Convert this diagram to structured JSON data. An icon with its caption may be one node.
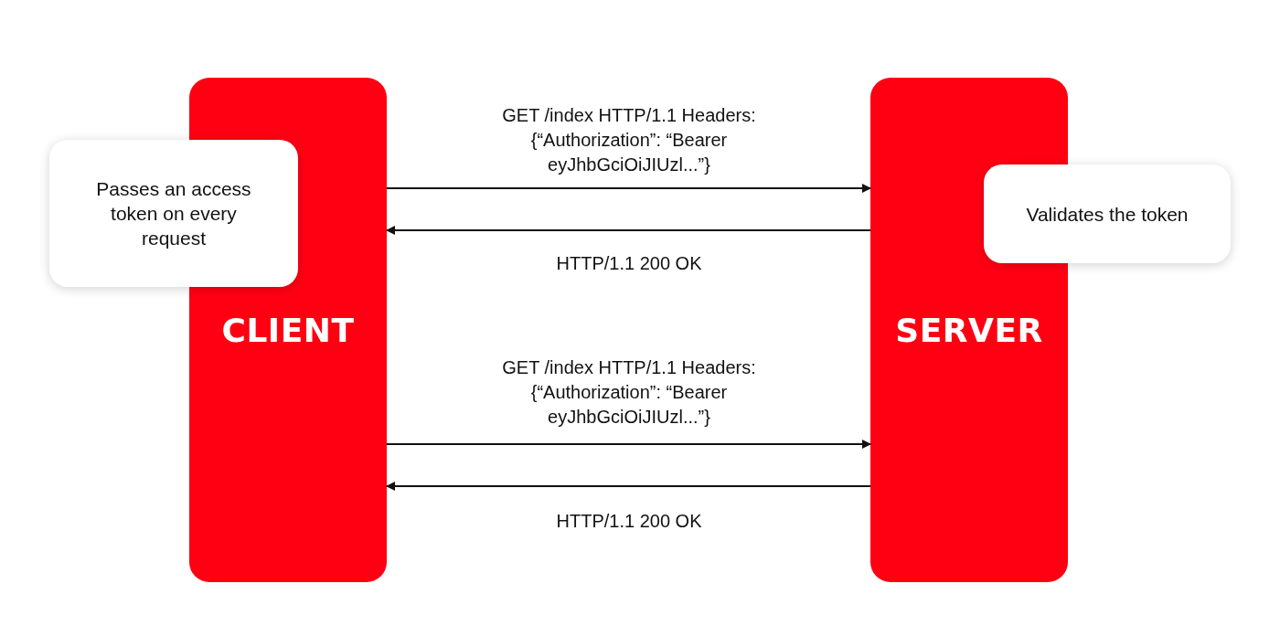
{
  "diagram": {
    "nodes": [
      {
        "text": [
          "CLIENT"
        ]
      },
      {
        "text": [
          "Passes an access token on every request"
        ]
      },
      {
        "text": [
          "SERVER"
        ]
      },
      {
        "text": [
          "Validates the token"
        ]
      }
    ],
    "edges": [
      {
        "from": 0,
        "to": 2,
        "arrow": "to",
        "label": "GET /index HTTP/1.1 Headers: {“Authorization”: “Bearer eyJhbGciOiJIUzl...”}"
      },
      {
        "from": 2,
        "to": 0,
        "arrow": "to",
        "label": "HTTP/1.1 200 OK"
      },
      {
        "from": 0,
        "to": 2,
        "arrow": "to",
        "label": "GET /index HTTP/1.1 Headers: {“Authorization”: “Bearer eyJhbGciOiJIUzl...”}"
      },
      {
        "from": 2,
        "to": 0,
        "arrow": "to",
        "label": "HTTP/1.1 200 OK"
      }
    ]
  }
}
